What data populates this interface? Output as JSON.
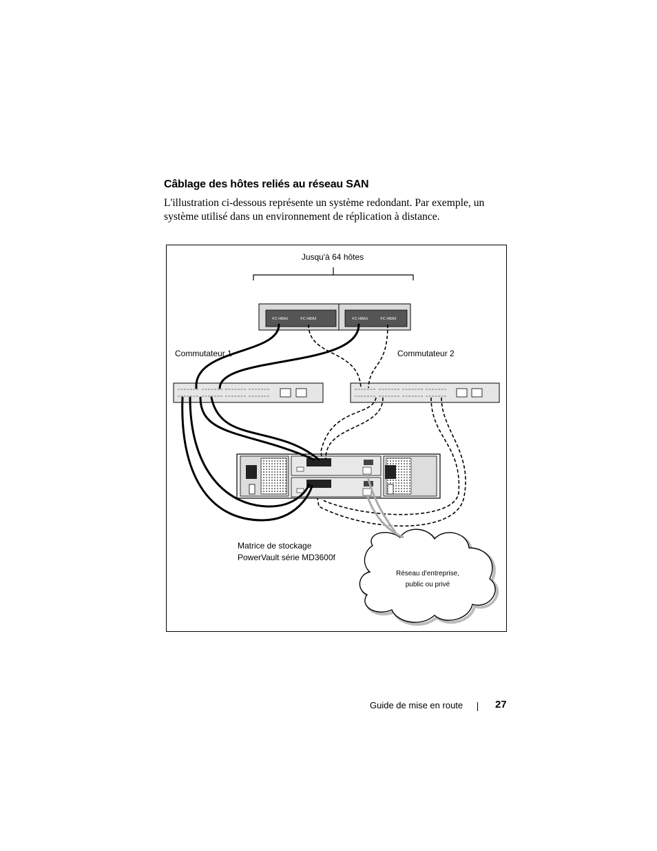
{
  "section": {
    "heading": "Câblage des hôtes reliés au réseau SAN",
    "paragraph_lines": [
      "L'illustration ci-dessous représente un système redondant. Par exemple, un",
      "système utilisé dans un environnement de réplication à distance."
    ]
  },
  "figure": {
    "hosts_label": "Jusqu'à 64 hôtes",
    "host1_ports": [
      "FC HBA1",
      "FC HBA2"
    ],
    "host2_ports": [
      "FC HBA1",
      "FC HBA2"
    ],
    "switch1_label": "Commutateur 1",
    "switch2_label": "Commutateur 2",
    "storage_label_lines": [
      "Matrice de stockage",
      "PowerVault série MD3600f"
    ],
    "network_label_lines": [
      "Réseau d'entreprise,",
      "public ou privé"
    ]
  },
  "footer": {
    "title": "Guide de mise en route",
    "page_number": "27"
  }
}
